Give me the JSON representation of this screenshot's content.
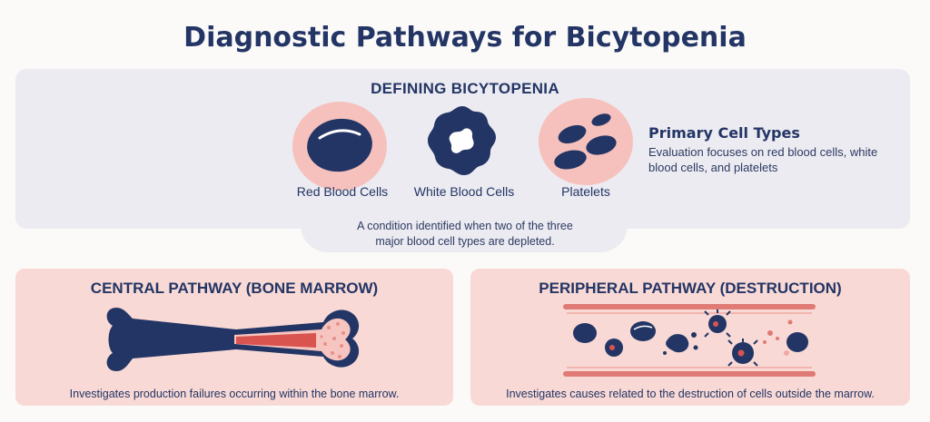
{
  "title": "Diagnostic Pathways for Bicytopenia",
  "defining": {
    "heading": "DEFINING BICYTOPENIA",
    "cells": [
      {
        "label": "Red Blood Cells",
        "icon": "red-blood-cell-icon"
      },
      {
        "label": "White Blood Cells",
        "icon": "white-blood-cell-icon"
      },
      {
        "label": "Platelets",
        "icon": "platelets-icon"
      }
    ],
    "primary_title": "Primary Cell Types",
    "primary_desc": "Evaluation focuses on red blood cells, white blood cells, and platelets",
    "condition_text": "A condition identified when two of the three major blood cell types are depleted."
  },
  "central": {
    "heading": "CENTRAL PATHWAY (BONE MARROW)",
    "description": "Investigates production failures occurring within the bone marrow.",
    "icon": "bone-icon"
  },
  "peripheral": {
    "heading": "PERIPHERAL PATHWAY (DESTRUCTION)",
    "description": "Investigates causes related to the destruction of cells outside the marrow.",
    "icon": "blood-vessel-icon"
  },
  "colors": {
    "navy": "#233565",
    "pink": "#f6c1bc",
    "panel_gray": "#ecebf1",
    "panel_pink": "#f8d9d5",
    "marrow_red": "#d9534f"
  }
}
